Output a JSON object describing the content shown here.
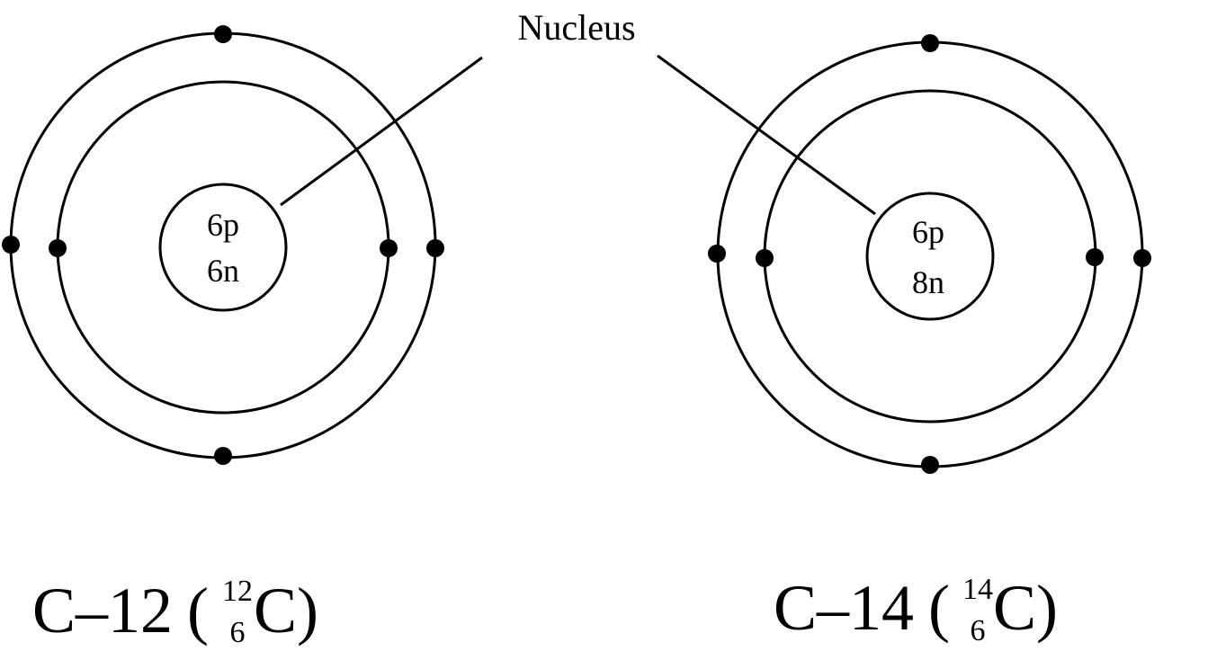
{
  "callout": {
    "label": "Nucleus"
  },
  "atoms": [
    {
      "protons": "6p",
      "neutrons": "6n",
      "name": "C–12",
      "open_paren": "(",
      "mass_number": "12",
      "atomic_number": "6",
      "symbol": "C",
      "close_paren": ")"
    },
    {
      "protons": "6p",
      "neutrons": "8n",
      "name": "C–14",
      "open_paren": "(",
      "mass_number": "14",
      "atomic_number": "6",
      "symbol": "C",
      "close_paren": ")"
    }
  ]
}
